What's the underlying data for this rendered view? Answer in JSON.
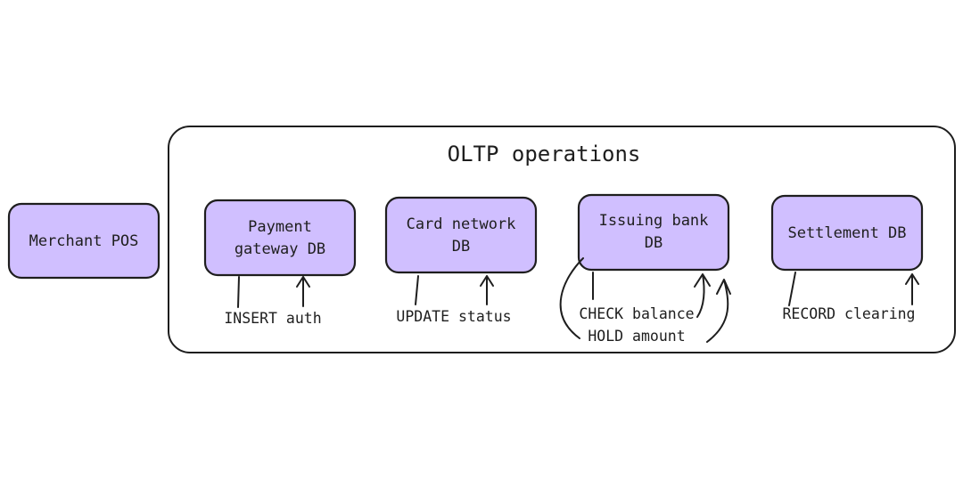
{
  "colors": {
    "node_fill": "#d0bfff",
    "stroke": "#1e1e1e",
    "background": "#ffffff"
  },
  "group": {
    "title": "OLTP operations"
  },
  "nodes": {
    "merchant": {
      "line1": "Merchant POS"
    },
    "gateway": {
      "line1": "Payment",
      "line2": "gateway DB"
    },
    "network": {
      "line1": "Card network",
      "line2": "DB"
    },
    "issuer": {
      "line1": "Issuing bank",
      "line2": "DB"
    },
    "settlement": {
      "line1": "Settlement DB"
    }
  },
  "operations": {
    "insert_auth": "INSERT auth",
    "update_status": "UPDATE status",
    "check_balance": "CHECK balance",
    "hold_amount": "HOLD amount",
    "record_clearing": "RECORD clearing"
  }
}
